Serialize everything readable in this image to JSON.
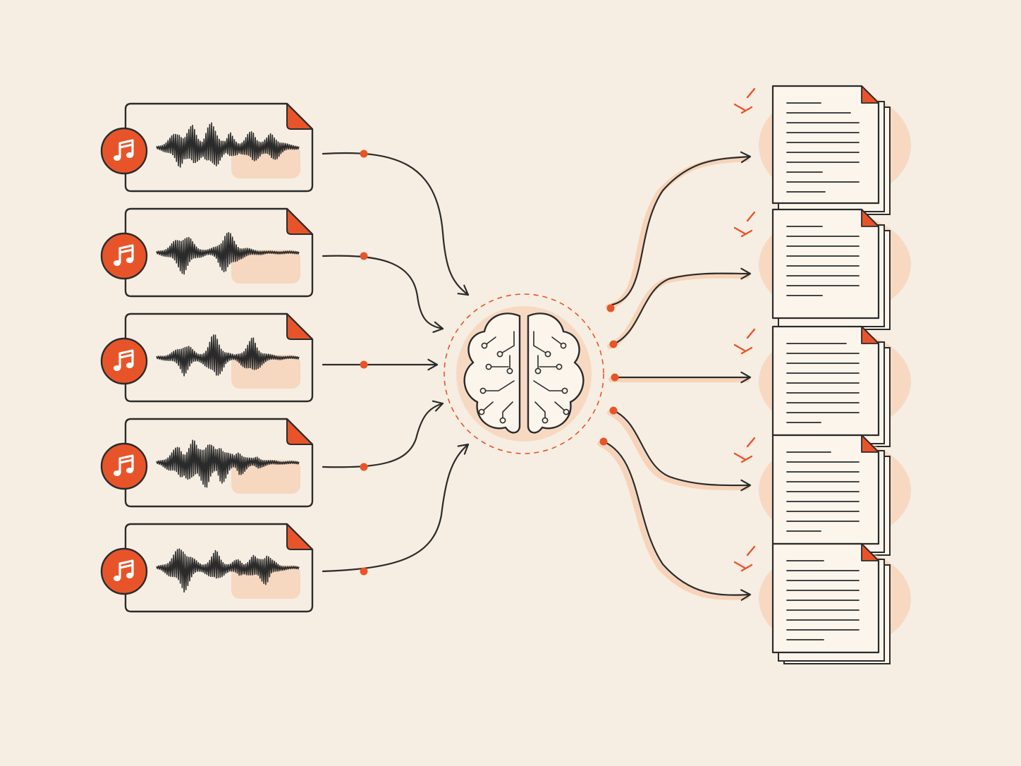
{
  "diagram": {
    "kind": "audio-files-to-transcripts",
    "inputs": [
      {
        "type": "audio-file",
        "icon": "music-note-icon"
      },
      {
        "type": "audio-file",
        "icon": "music-note-icon"
      },
      {
        "type": "audio-file",
        "icon": "music-note-icon"
      },
      {
        "type": "audio-file",
        "icon": "music-note-icon"
      },
      {
        "type": "audio-file",
        "icon": "music-note-icon"
      }
    ],
    "processor": {
      "icon": "brain-circuit-icon"
    },
    "outputs": [
      {
        "type": "text-document-stack",
        "icon": "document-icon"
      },
      {
        "type": "text-document-stack",
        "icon": "document-icon"
      },
      {
        "type": "text-document-stack",
        "icon": "document-icon"
      },
      {
        "type": "text-document-stack",
        "icon": "document-icon"
      },
      {
        "type": "text-document-stack",
        "icon": "document-icon"
      }
    ]
  },
  "colors": {
    "background": "#f6eee2",
    "ink": "#2b2b2b",
    "accent": "#e8542a",
    "accent_soft": "#f7c8a8",
    "paper": "#fbf5ec"
  }
}
